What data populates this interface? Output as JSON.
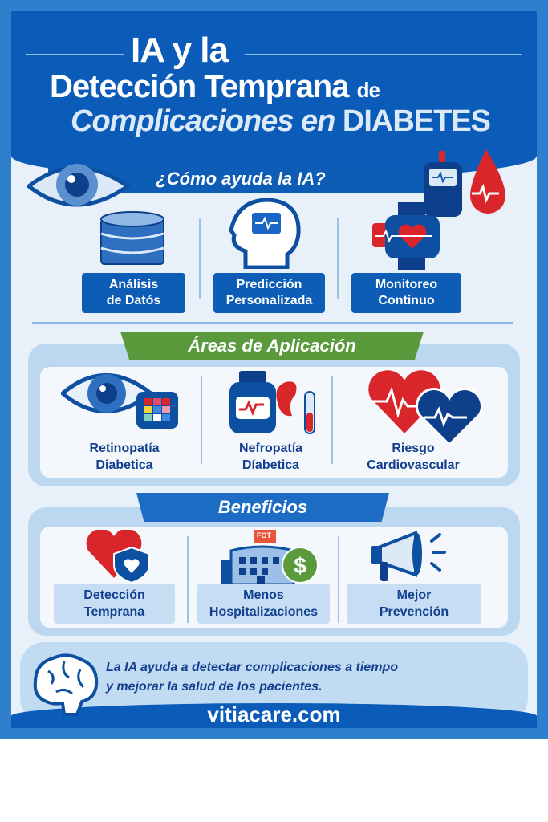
{
  "header": {
    "title_line1": "IA y la",
    "title_line2a": "Detección Temprana",
    "title_line2b": "de",
    "title_line3a": "Complicaciones en",
    "title_line3b": "DIABETES"
  },
  "how": {
    "title": "¿Cómo ayuda la IA?",
    "items": [
      {
        "line1": "Análisis",
        "line2": "de Datós"
      },
      {
        "line1": "Predicción",
        "line2": "Personalizada"
      },
      {
        "line1": "Monitoreo",
        "line2": "Continuo"
      }
    ]
  },
  "areas": {
    "title": "Áreas de Aplicación",
    "items": [
      {
        "line1": "Retinopatía",
        "line2": "Diabetica"
      },
      {
        "line1": "Nefropatía",
        "line2": "Díabetica"
      },
      {
        "line1": "Riesgo",
        "line2": "Cardiovascular"
      }
    ]
  },
  "benefits": {
    "title": "Beneficios",
    "hospital_sign": "FOT",
    "items": [
      {
        "line1": "Detección",
        "line2": "Temprana"
      },
      {
        "line1": "Menos",
        "line2": "Hospitalizaciones"
      },
      {
        "line1": "Mejor",
        "line2": "Prevención"
      }
    ]
  },
  "footer": {
    "message_line1": "La IA ayuda a detectar complicaciones a tiempo",
    "message_line2": "y mejorar la salud de los pacientes.",
    "website": "vitiacare.com"
  },
  "colors": {
    "primary": "#0b5cb8",
    "accent_red": "#d9262b",
    "accent_green": "#5a9a3c",
    "light": "#e8f0f9"
  }
}
